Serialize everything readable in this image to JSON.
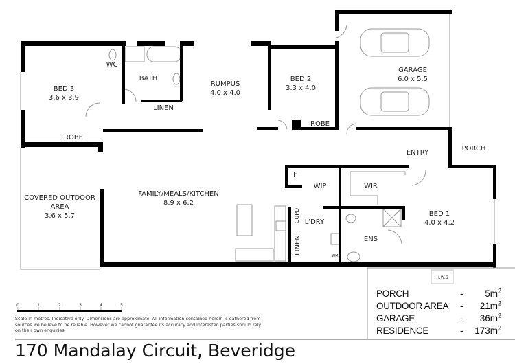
{
  "address": "170 Mandalay Circuit, Beveridge",
  "disclaimer": "Scale in metres. Indicative only. Dimensions are approximate. All information contained herein is gathered from sources we believe to be reliable. However we cannot guarantee its accuracy and interested parties should rely on their own enquiries.",
  "scale_bar": {
    "unit": "metres",
    "ticks": [
      "0",
      "1",
      "2",
      "3",
      "4",
      "5"
    ]
  },
  "rooms": {
    "bed3": {
      "name": "BED 3",
      "size": "3.6 x 3.9"
    },
    "wc": {
      "name": "WC"
    },
    "bath": {
      "name": "BATH"
    },
    "linen1": {
      "name": "LINEN"
    },
    "rumpus": {
      "name": "RUMPUS",
      "size": "4.0 x 4.0"
    },
    "bed2": {
      "name": "BED 2",
      "size": "3.3 x 4.0"
    },
    "garage": {
      "name": "GARAGE",
      "size": "6.0 x 5.5"
    },
    "robe1": {
      "name": "ROBE"
    },
    "robe2": {
      "name": "ROBE"
    },
    "entry": {
      "name": "ENTRY"
    },
    "porch": {
      "name": "PORCH"
    },
    "outdoor": {
      "name1": "COVERED OUTDOOR",
      "name2": "AREA",
      "size": "3.6 x 5.7"
    },
    "family": {
      "name": "FAMILY/MEALS/KITCHEN",
      "size": "8.9 x 6.2"
    },
    "fridge": {
      "name": "F"
    },
    "wip": {
      "name": "WIP"
    },
    "wir": {
      "name": "WIR"
    },
    "bed1": {
      "name": "BED 1",
      "size": "4.0 x 4.2"
    },
    "cupd": {
      "name": "CUPD"
    },
    "ldry": {
      "name": "L'DRY"
    },
    "linen2": {
      "name": "LINEN"
    },
    "ens": {
      "name": "ENS"
    },
    "wm": {
      "name": "WM"
    },
    "hws": {
      "name": "H.W.S"
    }
  },
  "areas": [
    {
      "label": "PORCH",
      "value": "5",
      "unit": "m",
      "exp": "2"
    },
    {
      "label": "OUTDOOR AREA",
      "value": "21",
      "unit": "m",
      "exp": "2"
    },
    {
      "label": "GARAGE",
      "value": "36",
      "unit": "m",
      "exp": "2"
    },
    {
      "label": "RESIDENCE",
      "value": "173",
      "unit": "m",
      "exp": "2"
    }
  ],
  "areas_separator": "-"
}
